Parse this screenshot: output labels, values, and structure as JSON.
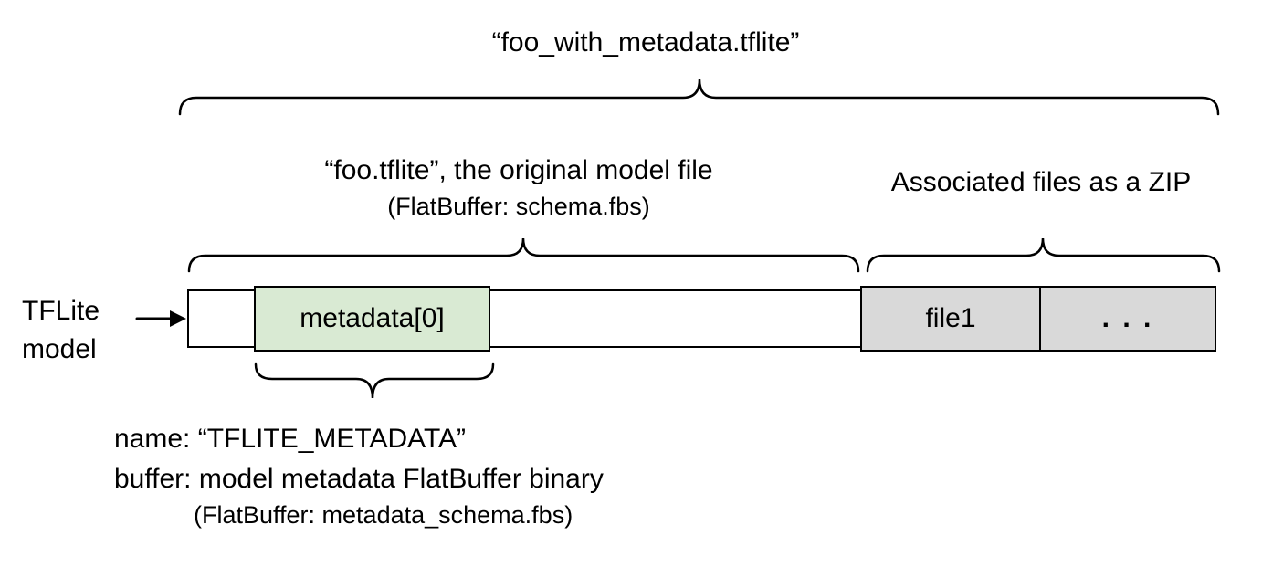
{
  "diagram": {
    "container_title": "“foo_with_metadata.tflite”",
    "model_file_section": {
      "title": "“foo.tflite”, the original model file",
      "subtitle": "(FlatBuffer: schema.fbs)"
    },
    "associated_files_section": {
      "title": "Associated files as a ZIP"
    },
    "pointer_label": {
      "line1": "TFLite",
      "line2": "model"
    },
    "bar": {
      "segments": {
        "metadata": {
          "label": "metadata[0]"
        },
        "file1": {
          "label": "file1"
        },
        "more_files": {
          "label": ". . ."
        }
      }
    },
    "metadata_annotation": {
      "line1": "name: “TFLITE_METADATA”",
      "line2": "buffer: model metadata FlatBuffer binary",
      "line3": "(FlatBuffer: metadata_schema.fbs)"
    },
    "colors": {
      "stroke": "#000000",
      "background": "#ffffff",
      "metadata_fill": "#d9ead3",
      "file_fill": "#d9d9d9"
    }
  }
}
